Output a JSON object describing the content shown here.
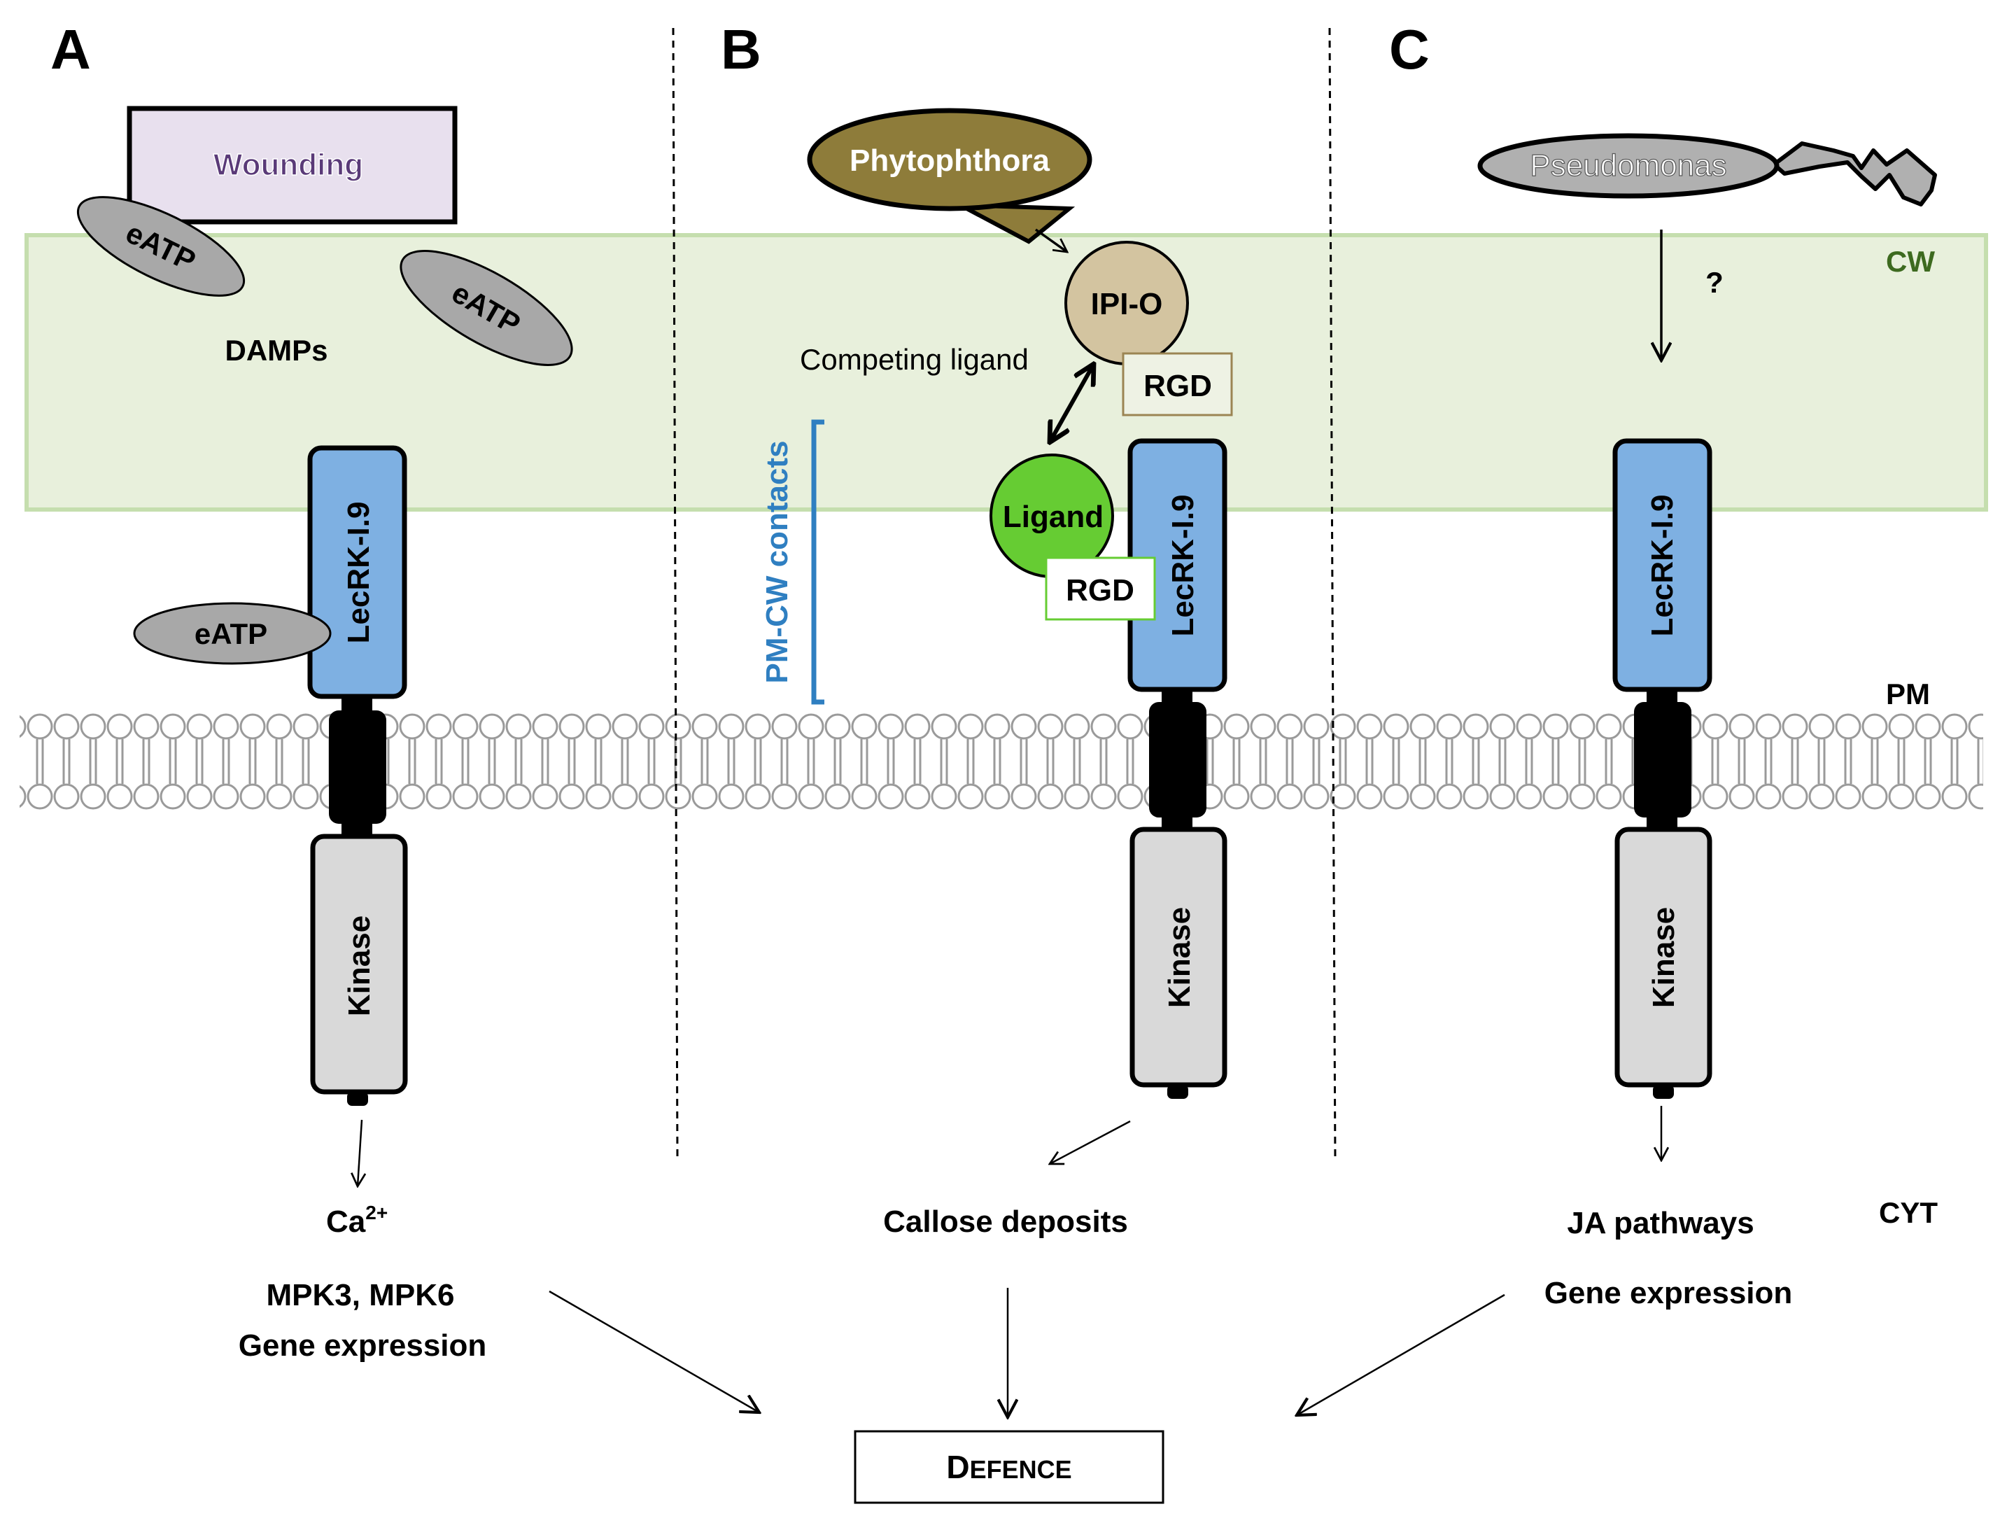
{
  "panels": {
    "a": "A",
    "b": "B",
    "c": "C"
  },
  "compartments": {
    "cw": "CW",
    "pm": "PM",
    "cyt": "CYT"
  },
  "receptor": {
    "extracellular": "LecRK-I.9",
    "kinase": "Kinase"
  },
  "panel_a": {
    "stimulus": "Wounding",
    "eatp": "eATP",
    "damps": "DAMPs",
    "outputs": {
      "ca_base": "Ca",
      "ca_sup": "2+",
      "mpk": "MPK3, MPK6",
      "gene": "Gene expression"
    }
  },
  "panel_b": {
    "pathogen": "Phytophthora",
    "effector": "IPI-O",
    "rgd": "RGD",
    "competing": "Competing ligand",
    "ligand": "Ligand",
    "contacts": "PM-CW contacts",
    "output": "Callose deposits"
  },
  "panel_c": {
    "pathogen": "Pseudomonas",
    "question": "?",
    "outputs": {
      "ja": "JA pathways",
      "gene": "Gene expression"
    }
  },
  "outcome": {
    "first": "D",
    "rest": "EFENCE"
  },
  "colors": {
    "cell_wall": "#e8f0dc",
    "cell_wall_border": "#c5deae",
    "lectin_domain": "#7eb0e2",
    "kinase_domain": "#d9d9d9",
    "wounding_box": "#e8e0ee",
    "wounding_text": "#5a3a78",
    "phytophthora": "#8e7c3a",
    "ipio": "#d3c4a0",
    "ligand": "#66cc33",
    "pseudomonas": "#b0b0b0",
    "eatp": "#a8a8a8",
    "bracket": "#2f7fc1",
    "cw_label": "#3d6a1f"
  }
}
